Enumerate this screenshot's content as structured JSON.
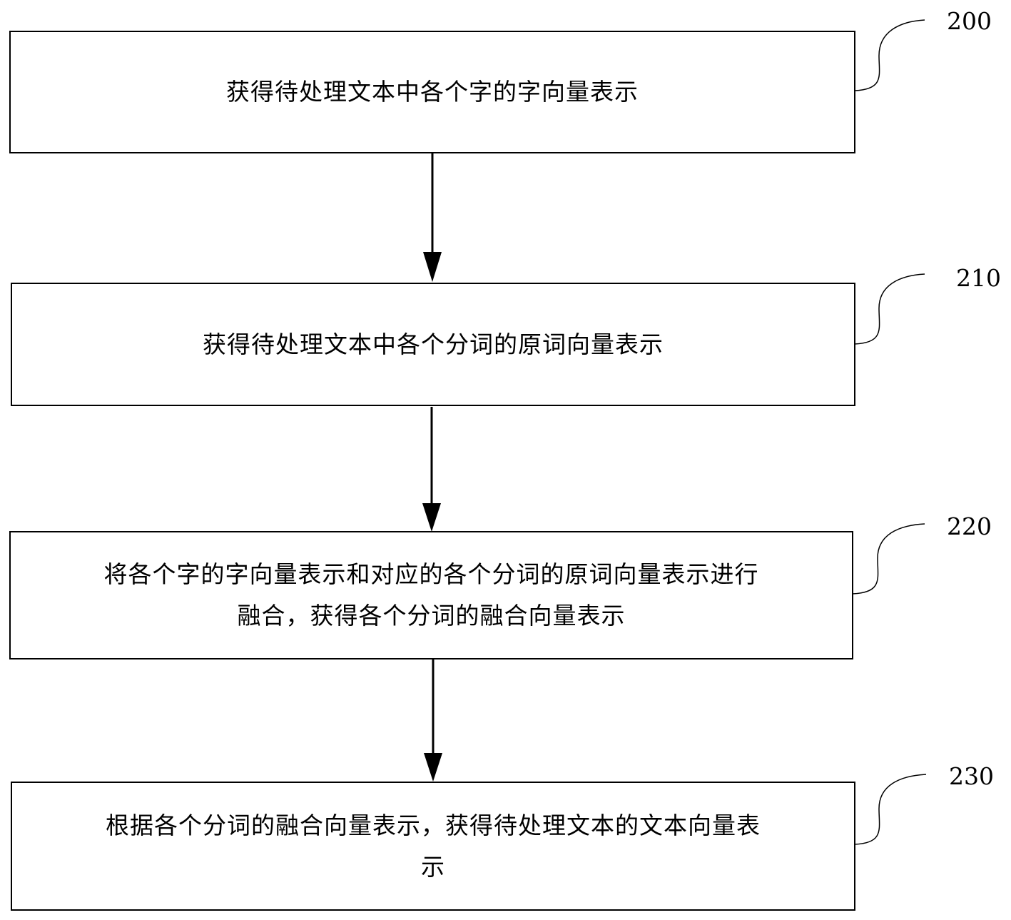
{
  "steps": [
    {
      "id": "200",
      "text": "获得待处理文本中各个字的字向量表示"
    },
    {
      "id": "210",
      "text": "获得待处理文本中各个分词的原词向量表示"
    },
    {
      "id": "220",
      "text": "将各个字的字向量表示和对应的各个分词的原词向量表示进行\n融合，获得各个分词的融合向量表示"
    },
    {
      "id": "230",
      "text": "根据各个分词的融合向量表示，获得待处理文本的文本向量表\n示"
    }
  ]
}
